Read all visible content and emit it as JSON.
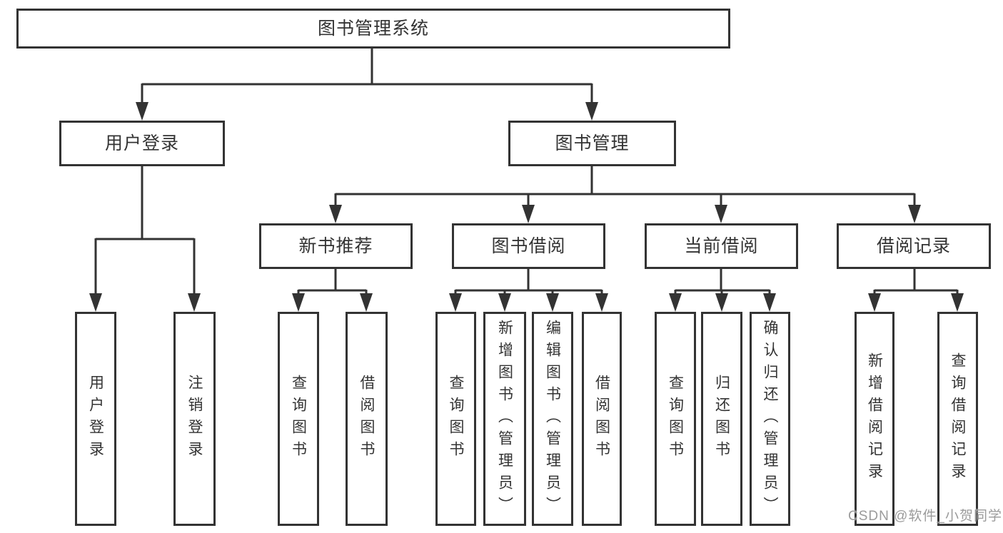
{
  "diagram_type": "tree",
  "colors": {
    "line": "#333333",
    "box_border": "#333333",
    "box_fill": "#ffffff",
    "background": "#ffffff",
    "watermark": "#9b9b9b"
  },
  "tree": {
    "root": {
      "label": "图书管理系统"
    },
    "branches": [
      {
        "label": "用户登录",
        "children": [
          {
            "label": "用户登录"
          },
          {
            "label": "注销登录"
          }
        ]
      },
      {
        "label": "图书管理",
        "children": [
          {
            "label": "新书推荐",
            "children": [
              {
                "label": "查询图书"
              },
              {
                "label": "借阅图书"
              }
            ]
          },
          {
            "label": "图书借阅",
            "children": [
              {
                "label": "查询图书"
              },
              {
                "label": "新增图书（管理员）"
              },
              {
                "label": "编辑图书（管理员）"
              },
              {
                "label": "借阅图书"
              }
            ]
          },
          {
            "label": "当前借阅",
            "children": [
              {
                "label": "查询图书"
              },
              {
                "label": "归还图书"
              },
              {
                "label": "确认归还（管理员）"
              }
            ]
          },
          {
            "label": "借阅记录",
            "children": [
              {
                "label": "新增借阅记录"
              },
              {
                "label": "查询借阅记录"
              }
            ]
          }
        ]
      }
    ]
  },
  "watermark": {
    "text": "CSDN @软件_小贺同学"
  }
}
